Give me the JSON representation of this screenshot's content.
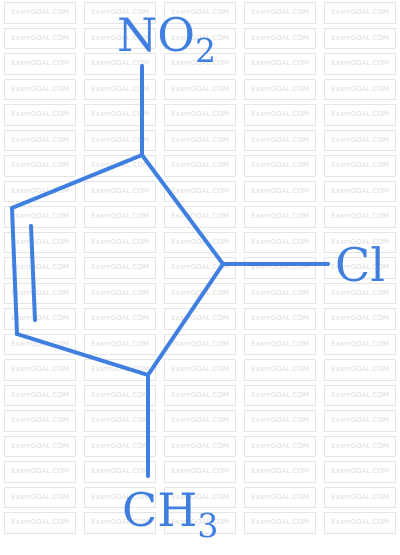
{
  "molecule": {
    "substituents": {
      "top": {
        "main": "NO",
        "subscript": "2"
      },
      "right": {
        "main": "Cl"
      },
      "bottom": {
        "main": "CH",
        "subscript": "3"
      }
    }
  },
  "watermark": {
    "text": "ExamGOAL.COM",
    "repeat_count": 105
  },
  "colors": {
    "structure": "#3f7fe0",
    "watermark": "#dcdcdc",
    "background": "#ffffff"
  }
}
